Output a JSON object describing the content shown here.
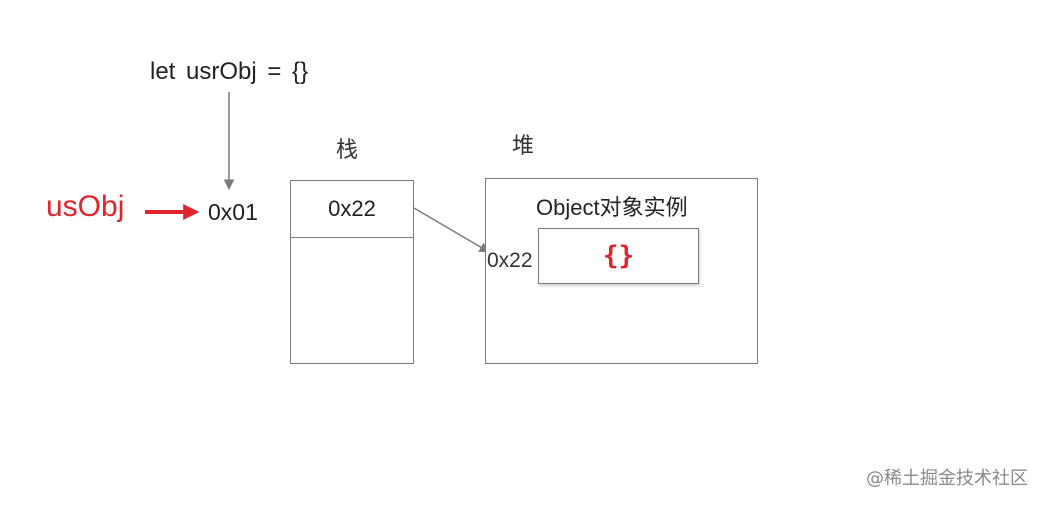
{
  "colors": {
    "accent_red": "#e0242b",
    "line_gray": "#7a7a7a",
    "text_dark": "#222222"
  },
  "code": {
    "declaration": "let  usrObj =   {}"
  },
  "variable": {
    "name": "usObj",
    "address": "0x01"
  },
  "stack": {
    "title": "栈",
    "cell_value": "0x22"
  },
  "heap": {
    "title": "堆",
    "caption": "Object对象实例",
    "address": "0x22",
    "object_value": "{}"
  },
  "watermark": "@稀土掘金技术社区"
}
